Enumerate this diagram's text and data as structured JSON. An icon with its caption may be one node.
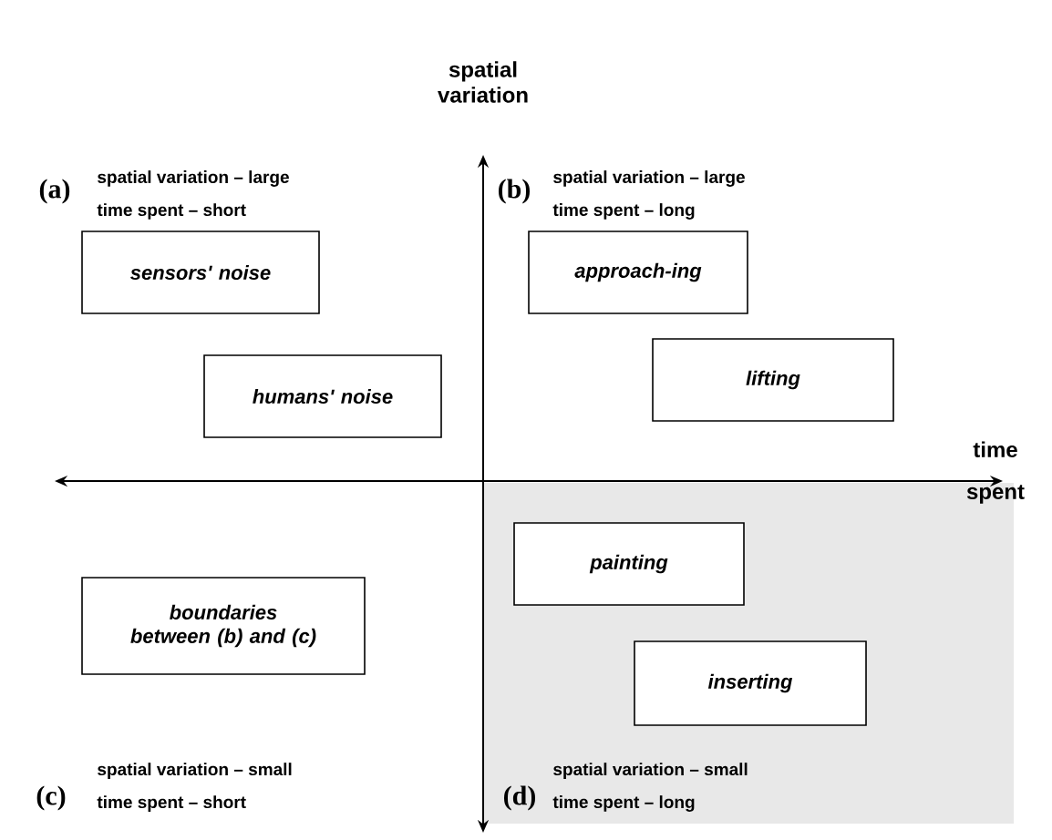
{
  "diagram": {
    "nodes": [
      {
        "text": [
          "sensors' noise"
        ]
      },
      {
        "text": [
          "humans' noise"
        ]
      },
      {
        "text": [
          "approach-ing"
        ]
      },
      {
        "text": [
          "lifting"
        ]
      },
      {
        "text": [
          "boundaries between (b) and (c)"
        ]
      },
      {
        "text": [
          "painting"
        ]
      },
      {
        "text": [
          "inserting"
        ]
      }
    ],
    "edges": [],
    "labels": [
      "spatial variation",
      "(a)",
      "spatial variation – large",
      "time spent – short",
      "(b)",
      "spatial variation – large",
      "time spent – long",
      "time spent",
      "(c)",
      "spatial variation – small",
      "time spent – short",
      "(d)",
      "spatial variation – small",
      "time spent – long"
    ]
  }
}
